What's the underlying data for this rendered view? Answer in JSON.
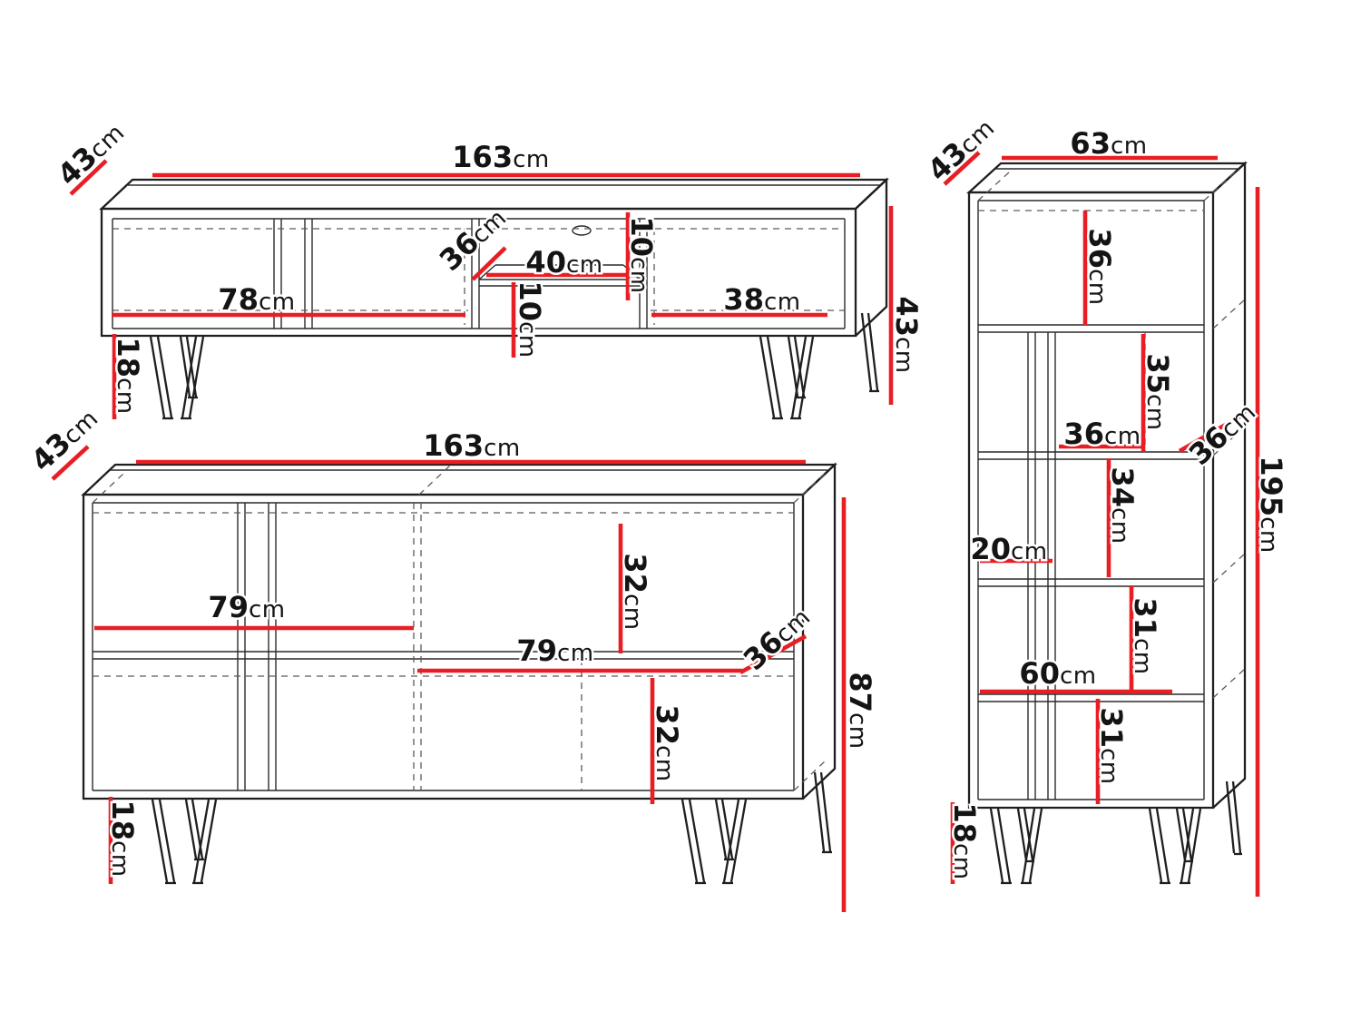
{
  "colors": {
    "background": "#ffffff",
    "outline": "#1f1f1f",
    "hidden_line": "#5a5a5a",
    "dimension_line": "#e81e25",
    "label_text": "#141414"
  },
  "unit": "cm",
  "labels": {
    "tv_stand": {
      "depth": {
        "value": "43",
        "unit": "cm"
      },
      "width": {
        "value": "163",
        "unit": "cm"
      },
      "left_compartment": {
        "value": "78",
        "unit": "cm"
      },
      "niche_depth": {
        "value": "36",
        "unit": "cm"
      },
      "niche_width": {
        "value": "40",
        "unit": "cm"
      },
      "gap_above_shelf": {
        "value": "10",
        "unit": "cm"
      },
      "niche_height": {
        "value": "10",
        "unit": "cm"
      },
      "right_compartment": {
        "value": "38",
        "unit": "cm"
      },
      "height": {
        "value": "43",
        "unit": "cm"
      },
      "leg_height": {
        "value": "18",
        "unit": "cm"
      }
    },
    "sideboard": {
      "depth": {
        "value": "43",
        "unit": "cm"
      },
      "width": {
        "value": "163",
        "unit": "cm"
      },
      "left_shelf": {
        "value": "79",
        "unit": "cm"
      },
      "right_shelf": {
        "value": "79",
        "unit": "cm"
      },
      "upper_section": {
        "value": "32",
        "unit": "cm"
      },
      "lower_section": {
        "value": "32",
        "unit": "cm"
      },
      "shelf_depth": {
        "value": "36",
        "unit": "cm"
      },
      "height": {
        "value": "87",
        "unit": "cm"
      },
      "leg_height": {
        "value": "18",
        "unit": "cm"
      }
    },
    "bookcase": {
      "depth": {
        "value": "43",
        "unit": "cm"
      },
      "width": {
        "value": "63",
        "unit": "cm"
      },
      "section_1": {
        "value": "36",
        "unit": "cm"
      },
      "section_2": {
        "value": "35",
        "unit": "cm"
      },
      "shelf_width": {
        "value": "36",
        "unit": "cm"
      },
      "shelf_depth": {
        "value": "36",
        "unit": "cm"
      },
      "section_3": {
        "value": "34",
        "unit": "cm"
      },
      "niche_width": {
        "value": "20",
        "unit": "cm"
      },
      "section_4": {
        "value": "31",
        "unit": "cm"
      },
      "bottom_shelf_width": {
        "value": "60",
        "unit": "cm"
      },
      "section_5": {
        "value": "31",
        "unit": "cm"
      },
      "leg_height": {
        "value": "18",
        "unit": "cm"
      },
      "height": {
        "value": "195",
        "unit": "cm"
      }
    }
  }
}
